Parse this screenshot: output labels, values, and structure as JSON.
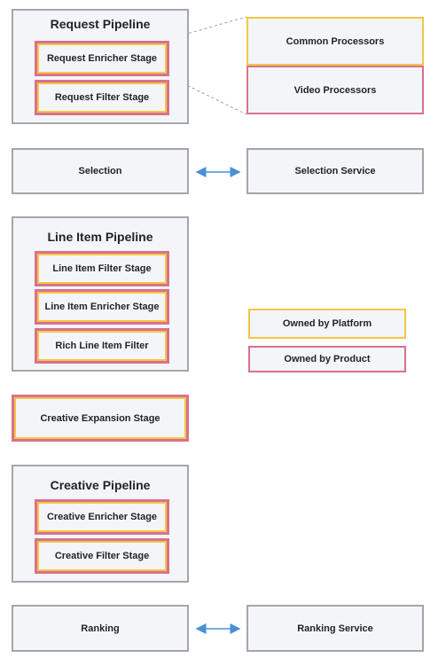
{
  "request_pipeline": {
    "title": "Request Pipeline",
    "stages": [
      "Request Enricher Stage",
      "Request Filter Stage"
    ]
  },
  "processors": {
    "common": "Common Processors",
    "video": "Video Processors"
  },
  "selection": {
    "label": "Selection",
    "service": "Selection Service"
  },
  "line_item_pipeline": {
    "title": "Line Item Pipeline",
    "stages": [
      "Line Item Filter Stage",
      "Line Item Enricher Stage",
      "Rich Line Item Filter"
    ]
  },
  "legend": {
    "platform": "Owned by Platform",
    "product": "Owned by Product"
  },
  "creative_expansion": {
    "label": "Creative Expansion Stage"
  },
  "creative_pipeline": {
    "title": "Creative Pipeline",
    "stages": [
      "Creative Enricher Stage",
      "Creative Filter Stage"
    ]
  },
  "ranking": {
    "label": "Ranking",
    "service": "Ranking Service"
  },
  "colors": {
    "platform": "#f2c744",
    "product": "#d9718e",
    "neutral_border": "#a3a7ad",
    "arrow": "#4a90d9"
  }
}
